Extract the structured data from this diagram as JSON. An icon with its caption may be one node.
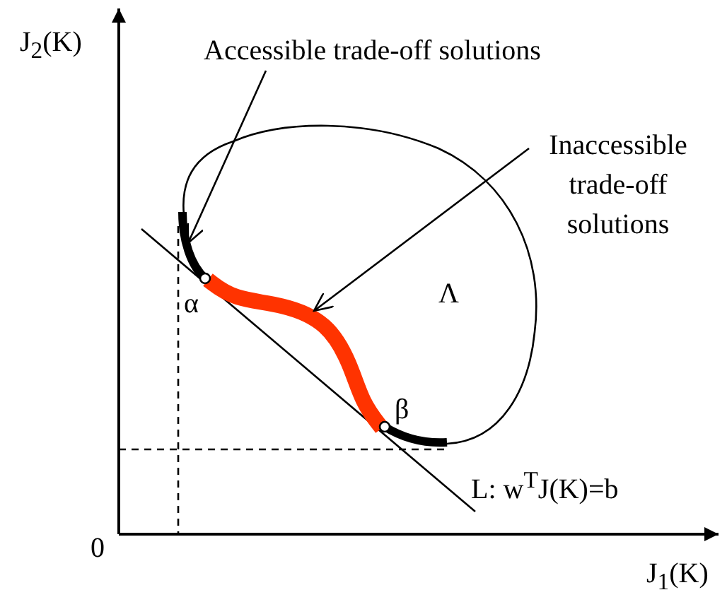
{
  "diagram": {
    "nodes": [
      {
        "text": [
          "Accessible trade-off solutions"
        ]
      },
      {
        "text": [
          "Inaccessible trade-off solutions"
        ]
      }
    ],
    "edges": [
      {
        "from": 0,
        "to": null,
        "arrow": "to"
      },
      {
        "from": 1,
        "to": null,
        "arrow": "to"
      }
    ],
    "labels": [
      "J$_{2}$(K)",
      "Λ",
      "α",
      "β",
      "L: w$^{T}$J(K)=b",
      "0",
      "J$_{1}$(K)"
    ]
  }
}
